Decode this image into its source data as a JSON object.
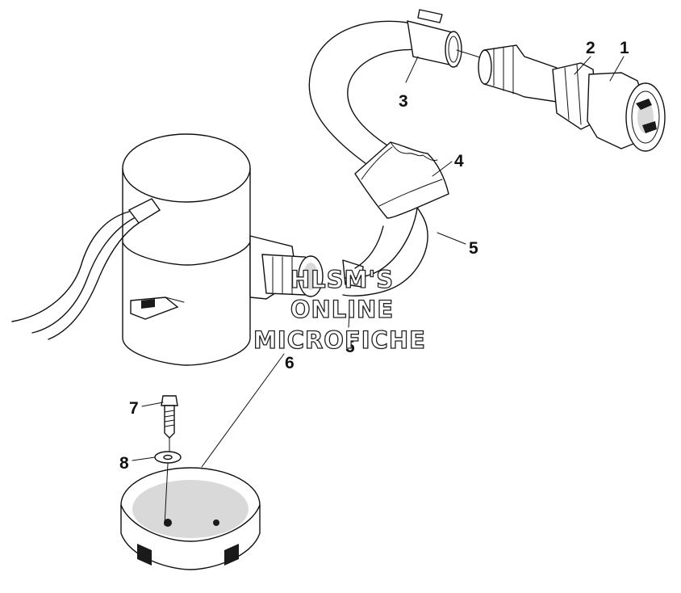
{
  "watermark": {
    "line1": "HLSM'S",
    "line2": "ONLINE",
    "line3": "MICROFICHE"
  },
  "callouts": {
    "c1": "1",
    "c2": "2",
    "c3": "3",
    "c4": "4",
    "c5": "5",
    "c5b": "5",
    "c6": "6",
    "c7": "7",
    "c8": "8"
  }
}
